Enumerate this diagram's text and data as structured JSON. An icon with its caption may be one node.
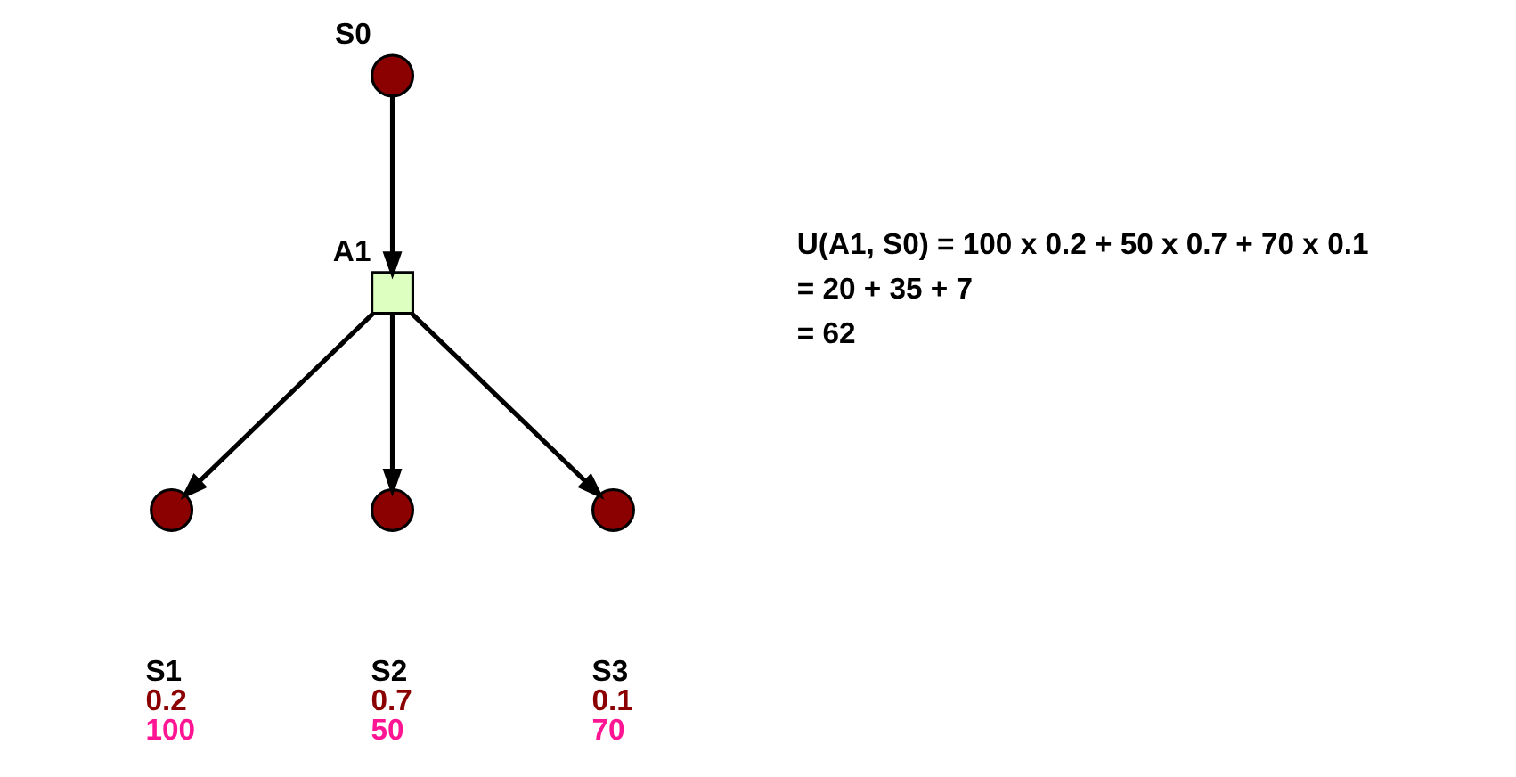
{
  "diagram": {
    "nodes": [
      {
        "text": [],
        "shape": "circle",
        "beside": [
          "S0"
        ]
      },
      {
        "text": [],
        "shape": "box",
        "beside": [
          "A1"
        ]
      },
      {
        "text": [],
        "shape": "circle",
        "beside": [
          "S1",
          "0.2",
          "100"
        ]
      },
      {
        "text": [],
        "shape": "circle",
        "beside": [
          "S2",
          "0.7",
          "50"
        ]
      },
      {
        "text": [],
        "shape": "circle",
        "beside": [
          "S3",
          "0.1",
          "70"
        ]
      }
    ],
    "edges": [
      {
        "from": 0,
        "to": 1,
        "arrow": "to"
      },
      {
        "from": 1,
        "to": 2,
        "arrow": "to"
      },
      {
        "from": 1,
        "to": 3,
        "arrow": "to"
      },
      {
        "from": 1,
        "to": 4,
        "arrow": "to"
      }
    ],
    "labels": [
      "U(A1, S0) = 100 x 0.2 + 50 x 0.7 + 70 x 0.1",
      "= 20 + 35 + 7",
      "= 62"
    ]
  }
}
